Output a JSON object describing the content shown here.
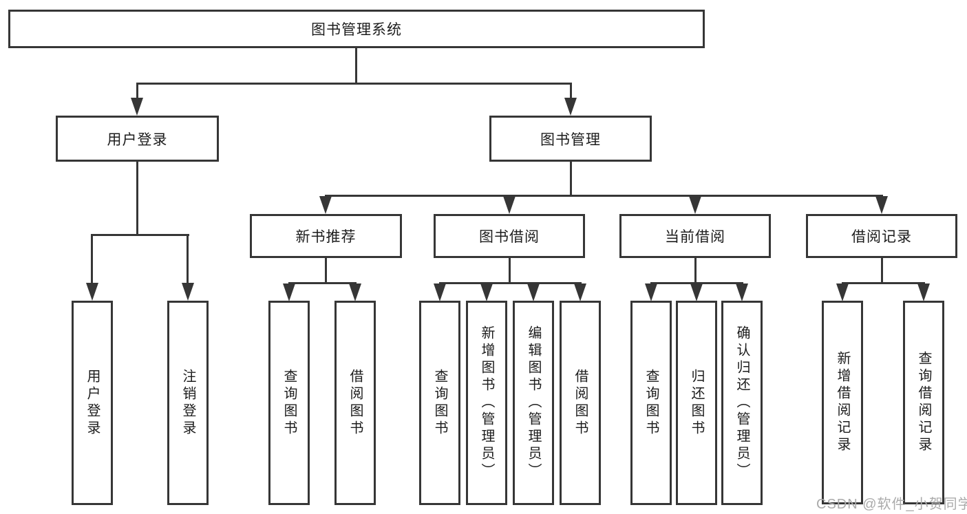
{
  "diagram_type": "hierarchy-tree",
  "tree": {
    "label": "图书管理系统",
    "children": [
      {
        "label": "用户登录",
        "children": [
          {
            "label": "用户登录"
          },
          {
            "label": "注销登录"
          }
        ]
      },
      {
        "label": "图书管理",
        "children": [
          {
            "label": "新书推荐",
            "children": [
              {
                "label": "查询图书"
              },
              {
                "label": "借阅图书"
              }
            ]
          },
          {
            "label": "图书借阅",
            "children": [
              {
                "label": "查询图书"
              },
              {
                "label": "新增图书（管理员）"
              },
              {
                "label": "编辑图书（管理员）"
              },
              {
                "label": "借阅图书"
              }
            ]
          },
          {
            "label": "当前借阅",
            "children": [
              {
                "label": "查询图书"
              },
              {
                "label": "归还图书"
              },
              {
                "label": "确认归还（管理员）"
              }
            ]
          },
          {
            "label": "借阅记录",
            "children": [
              {
                "label": "新增借阅记录"
              },
              {
                "label": "查询借阅记录"
              }
            ]
          }
        ]
      }
    ]
  },
  "watermark": "CSDN @软件_小贺同学",
  "colors": {
    "line": "#363636",
    "box_border": "#363636",
    "box_fill": "#ffffff",
    "text": "#1c1c1c",
    "watermark": "#ababab",
    "background": "#ffffff"
  }
}
